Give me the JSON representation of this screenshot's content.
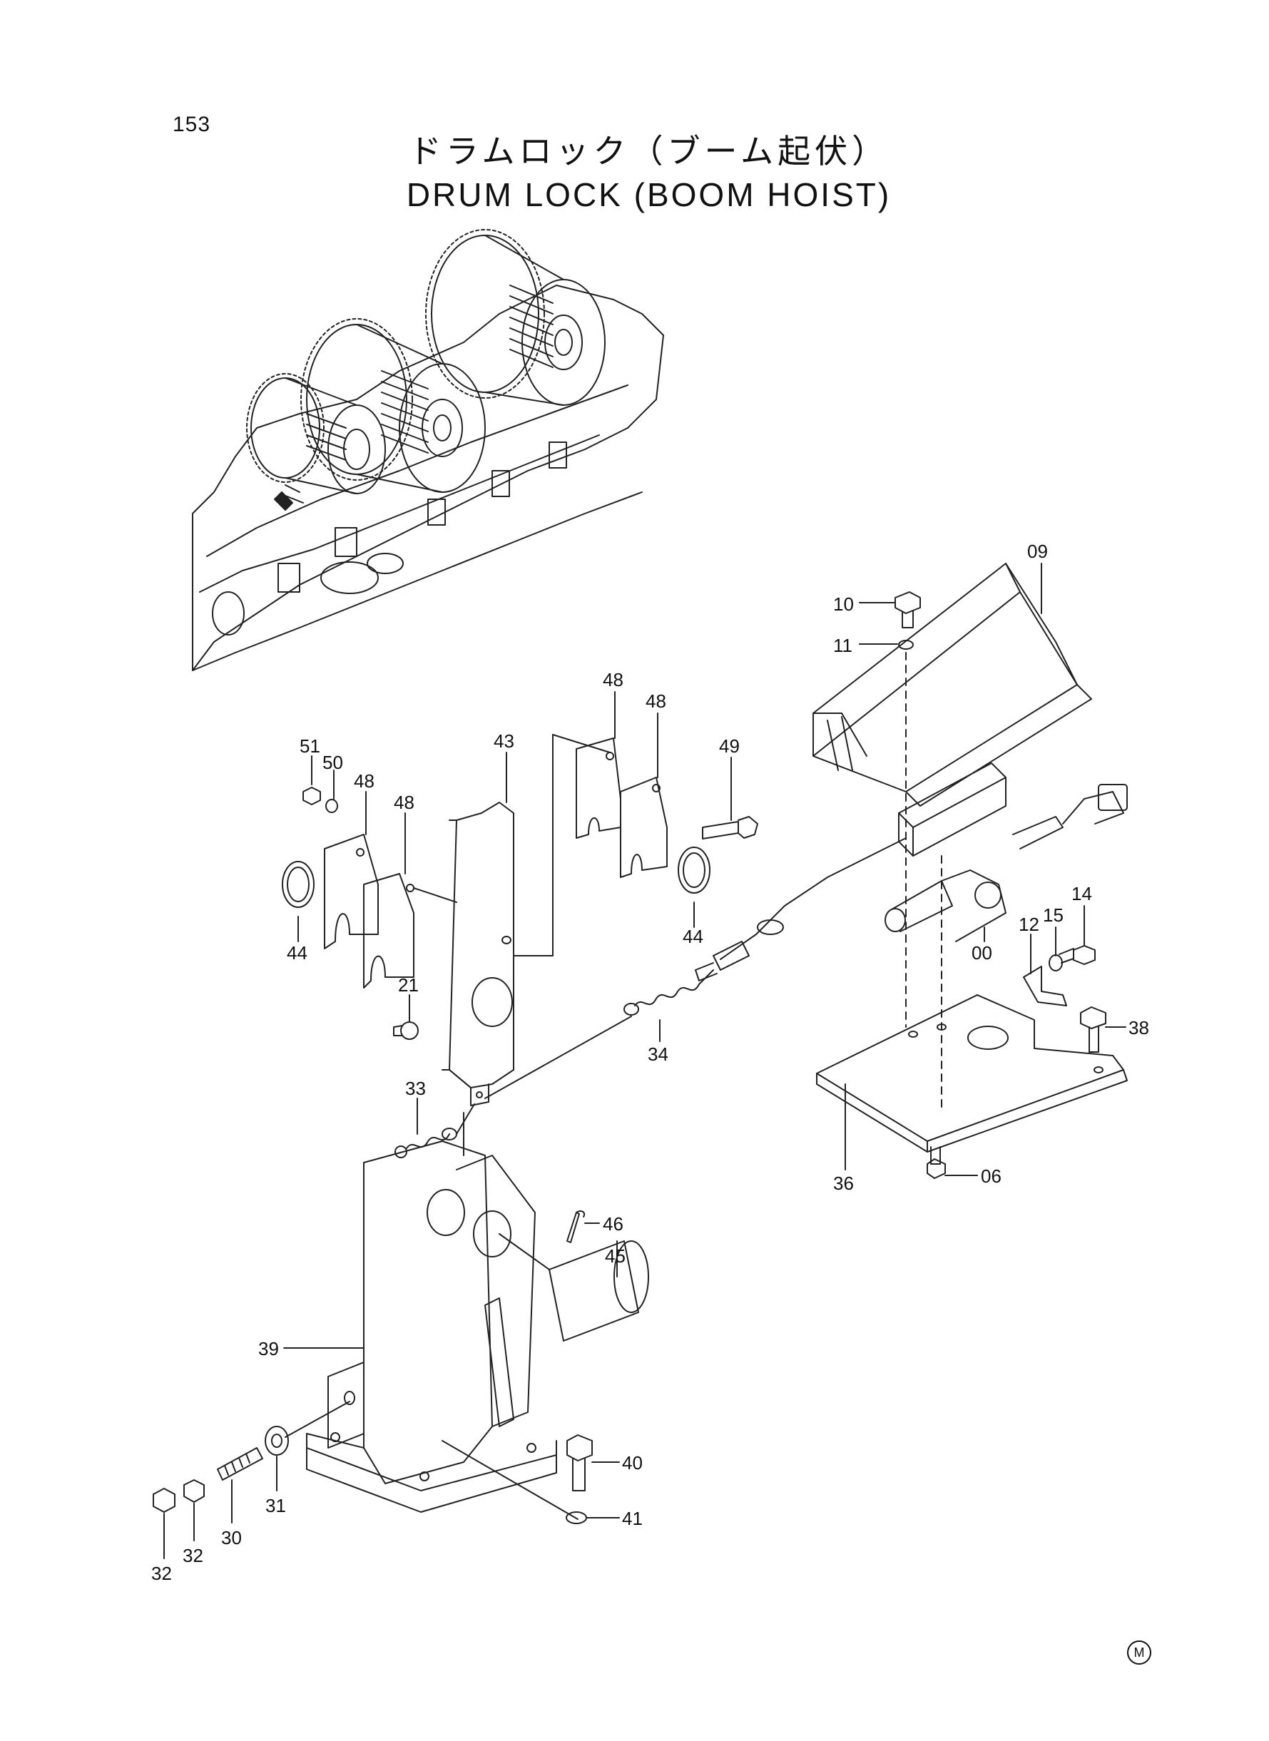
{
  "page_number": "153",
  "title_jp": "ドラムロック（ブーム起伏）",
  "title_en": "DRUM LOCK (BOOM HOIST)",
  "callouts": [
    "09",
    "10",
    "11",
    "51",
    "50",
    "48",
    "48",
    "43",
    "48",
    "48",
    "49",
    "44",
    "44",
    "00",
    "12",
    "15",
    "14",
    "21",
    "34",
    "38",
    "33",
    "36",
    "06",
    "46",
    "45",
    "39",
    "40",
    "41",
    "30",
    "31",
    "32",
    "32"
  ],
  "mark": "M"
}
